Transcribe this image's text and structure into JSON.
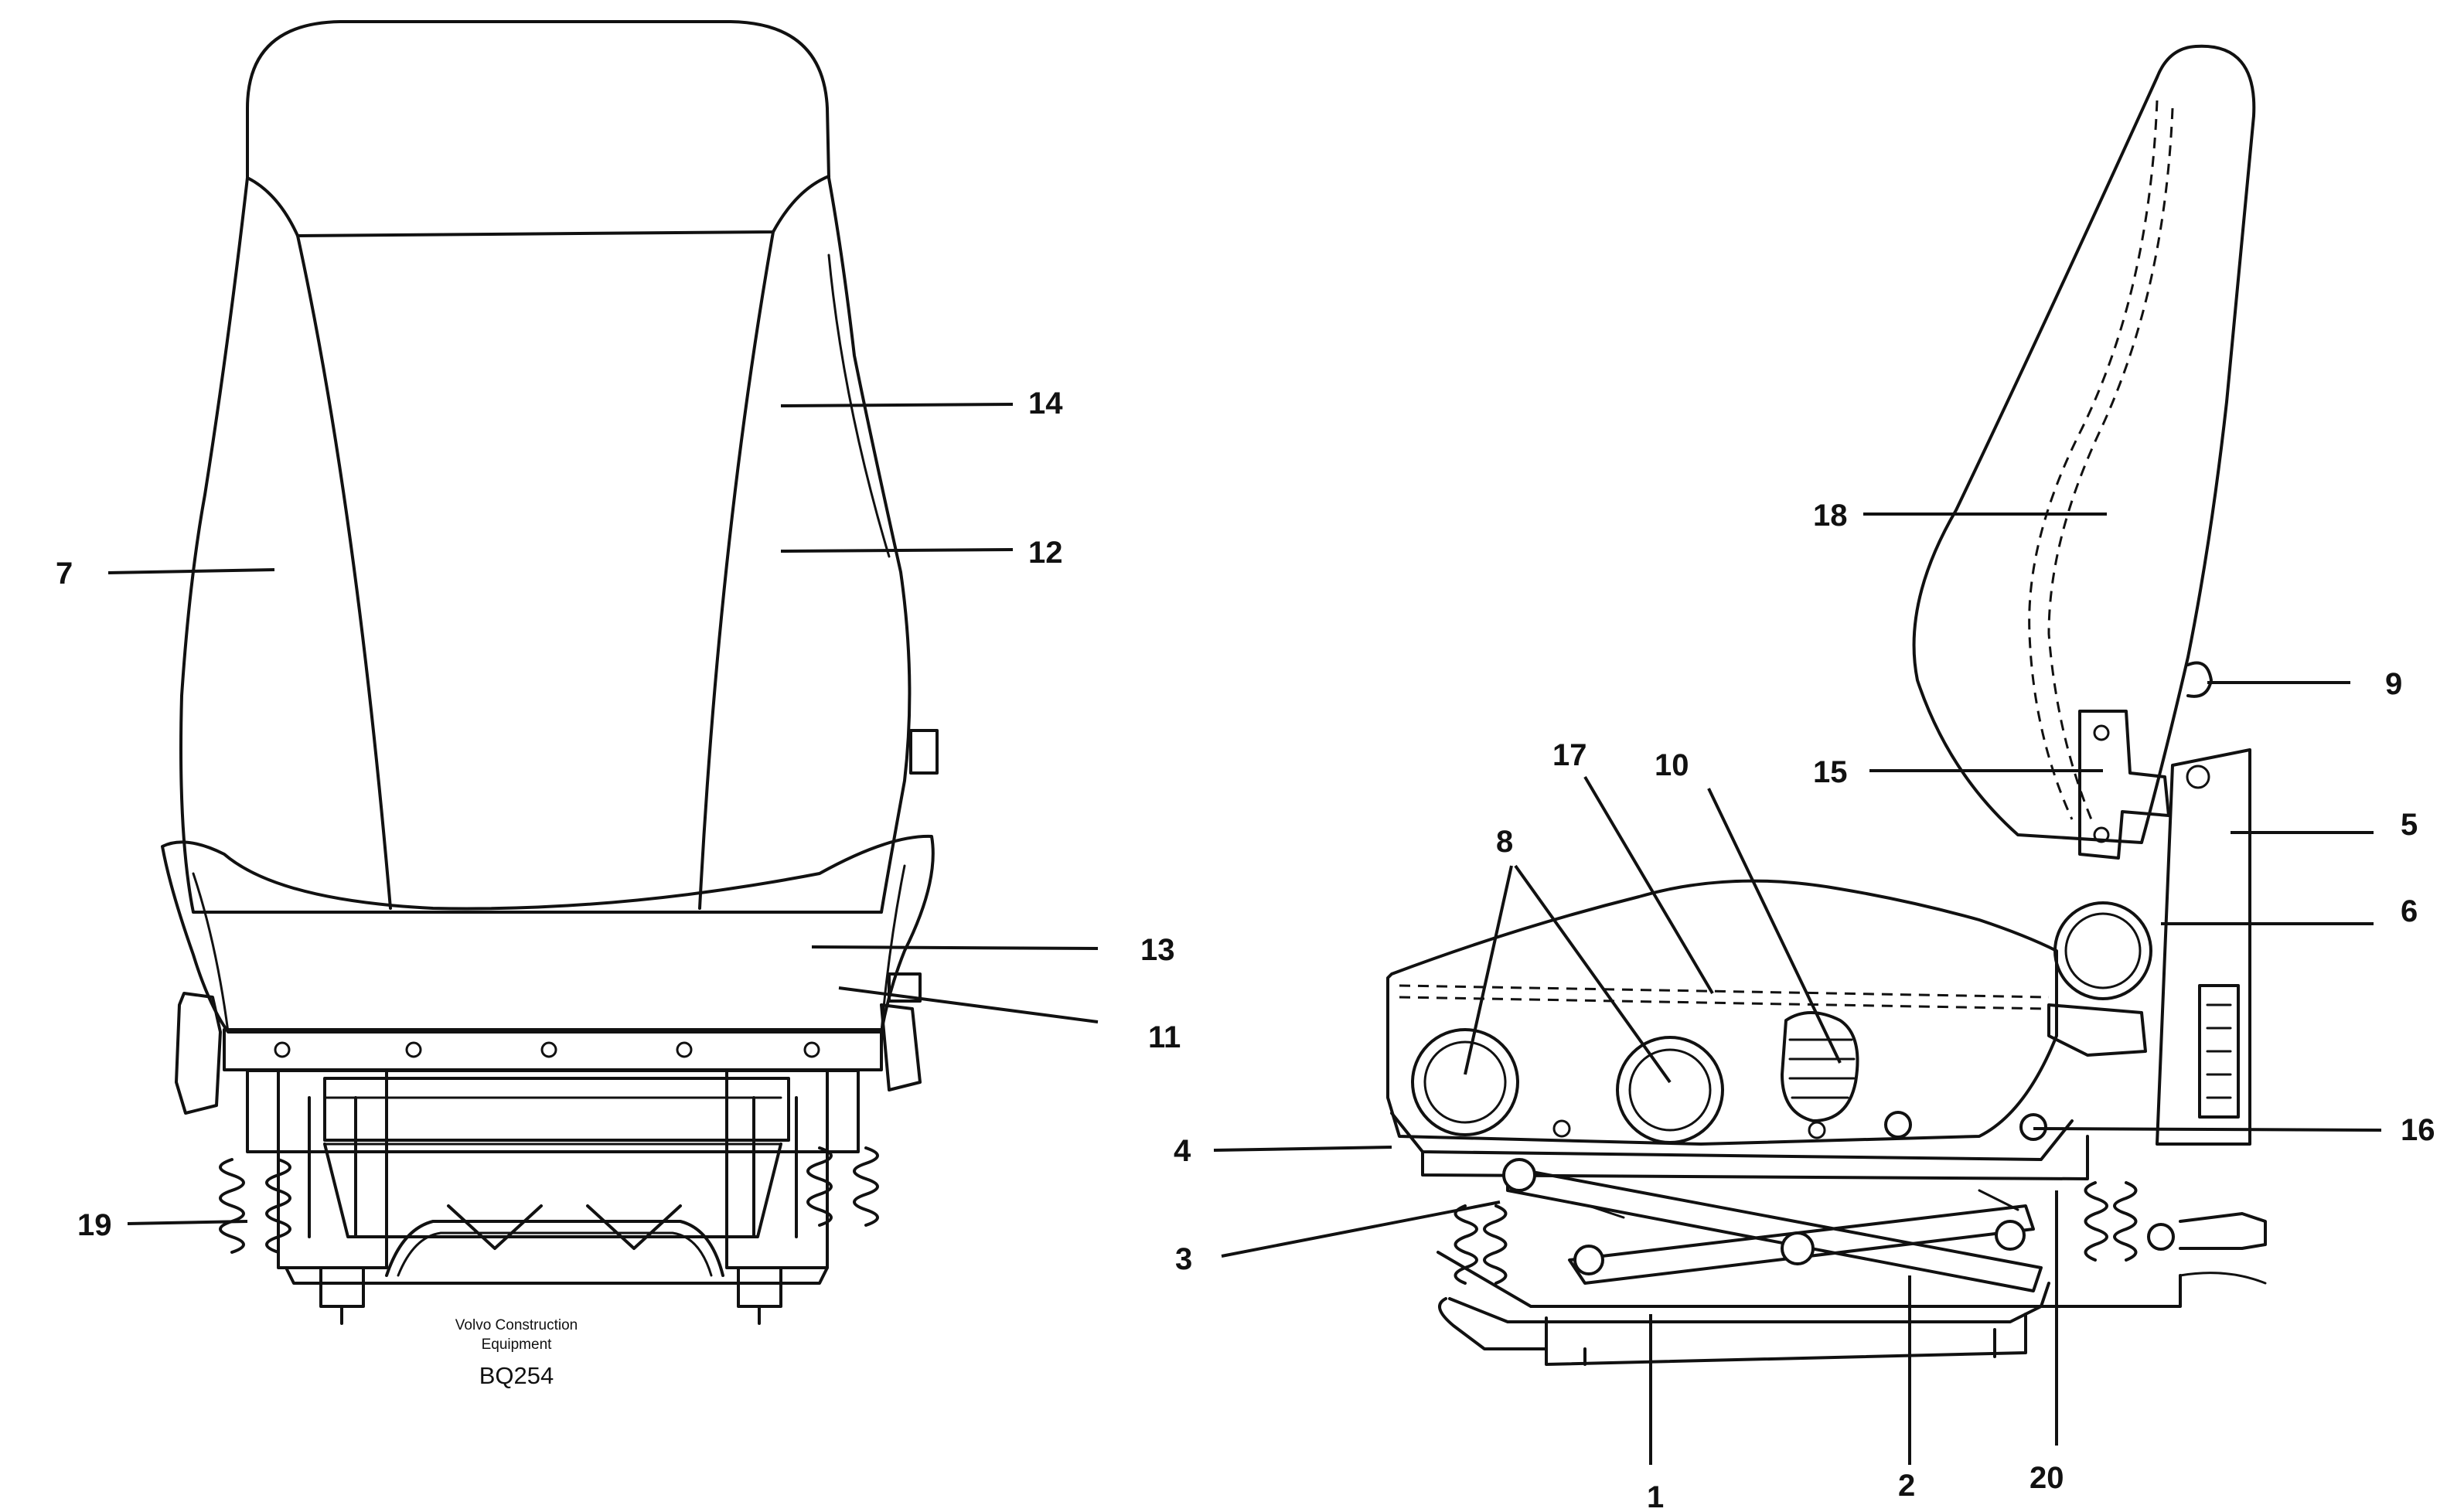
{
  "caption": {
    "manufacturer_line1": "Volvo Construction",
    "manufacturer_line2": "Equipment",
    "drawing_code": "BQ254"
  },
  "labels": {
    "p1": "1",
    "p2": "2",
    "p3": "3",
    "p4": "4",
    "p5": "5",
    "p6": "6",
    "p7": "7",
    "p8": "8",
    "p9": "9",
    "p10": "10",
    "p11": "11",
    "p12": "12",
    "p13": "13",
    "p14": "14",
    "p15": "15",
    "p16": "16",
    "p17": "17",
    "p18": "18",
    "p19": "19",
    "p20": "20"
  }
}
